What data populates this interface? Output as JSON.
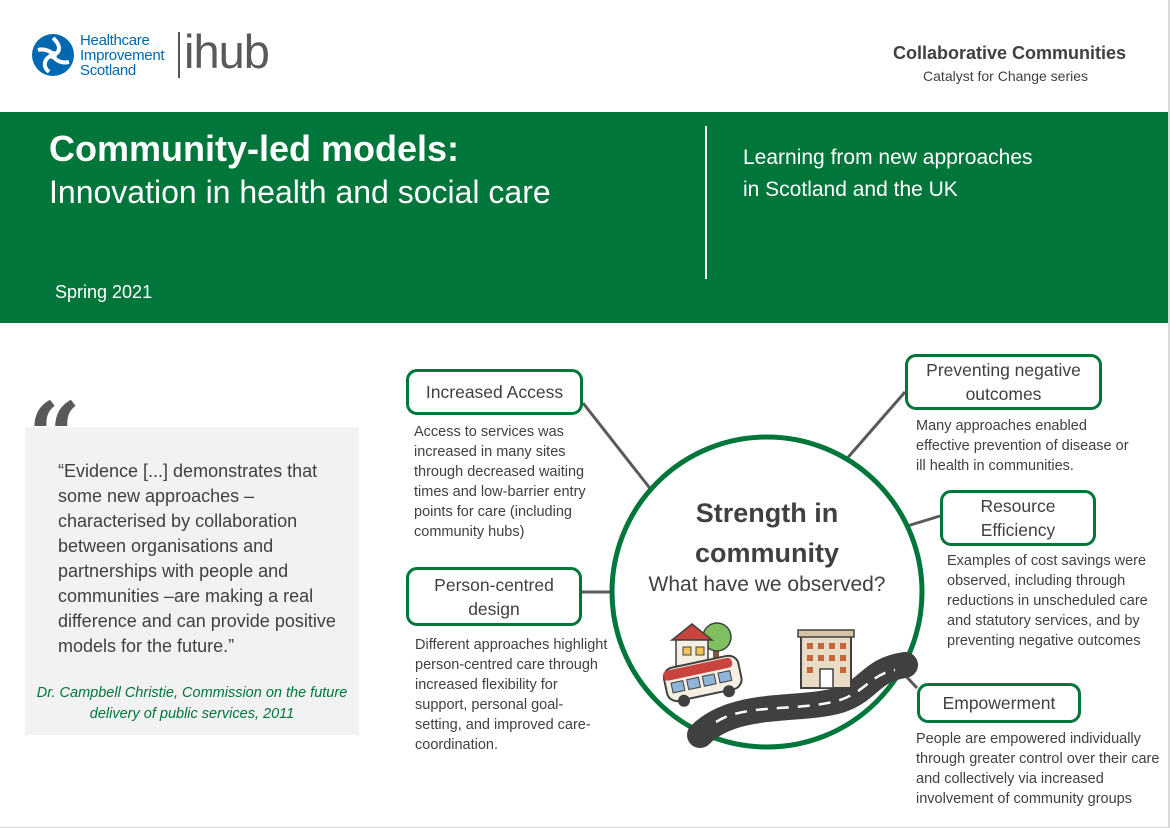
{
  "header": {
    "logo_lines": [
      "Healthcare",
      "Improvement",
      "Scotland"
    ],
    "logo_brand": "ihub",
    "series_title": "Collaborative Communities",
    "series_subtitle": "Catalyst for Change series"
  },
  "banner": {
    "title": "Community-led models:",
    "subtitle": "Innovation in health and social care",
    "date": "Spring 2021",
    "learning_line1": "Learning from new approaches",
    "learning_line2": "in Scotland and the UK"
  },
  "quote": {
    "mark": "“",
    "text": "“Evidence [...] demonstrates that some new approaches – characterised by collaboration between organisations and partnerships with people and communities –are making a real difference and can provide positive models for the future.”",
    "attribution": "Dr. Campbell Christie, Commission on the future delivery of public services, 2011"
  },
  "center": {
    "title_line1": "Strength in",
    "title_line2": "community",
    "subtitle": "What have we observed?"
  },
  "themes": [
    {
      "label_line1": "Increased Access",
      "label_line2": "",
      "description": "Access to services was increased in many sites through decreased waiting times and low-barrier entry points for care (including community hubs)"
    },
    {
      "label_line1": "Person-centred",
      "label_line2": "design",
      "description": "Different approaches highlight person-centred care through increased flexibility for support, personal goal-setting, and improved care-coordination."
    },
    {
      "label_line1": "Preventing negative",
      "label_line2": "outcomes",
      "description": "Many approaches enabled effective prevention of disease or ill health in communities."
    },
    {
      "label_line1": "Resource",
      "label_line2": "Efficiency",
      "description": "Examples of cost savings were observed, including through reductions in unscheduled care and statutory services, and by preventing negative outcomes"
    },
    {
      "label_line1": "Empowerment",
      "label_line2": "",
      "description": "People are empowered individually through greater control over their care and collectively via increased involvement of community groups"
    }
  ],
  "colors": {
    "brand_green": "#00763b",
    "logo_blue": "#0067b1",
    "text_grey": "#404040",
    "quote_bg": "#f2f2f2"
  }
}
